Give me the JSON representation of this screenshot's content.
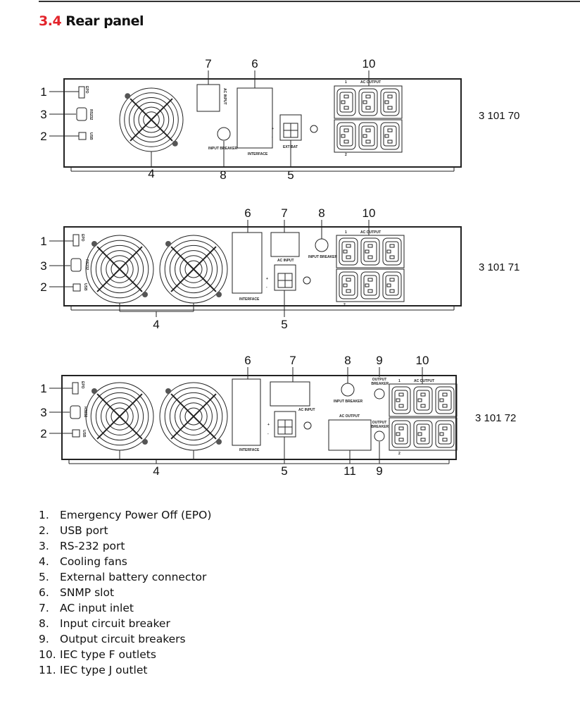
{
  "section": {
    "number": "3.4",
    "title": "Rear panel"
  },
  "panel_labels": {
    "epo": "EPO",
    "rs232": "RS232",
    "usb": "USB",
    "ac_input": "AC INPUT",
    "interface": "INTERFACE",
    "input_breaker": "INPUT BREAKER",
    "ext_bat": "EXT BAT",
    "ac_output": "AC OUTPUT",
    "output_breaker": "OUTPUT BREAKER",
    "bank1": "1",
    "bank2": "2",
    "plus": "+",
    "minus": "-"
  },
  "diagrams": [
    {
      "model": "3 101 70",
      "callouts": [
        "1",
        "3",
        "2",
        "7",
        "6",
        "10",
        "4",
        "8",
        "5"
      ]
    },
    {
      "model": "3 101 71",
      "callouts": [
        "1",
        "3",
        "2",
        "6",
        "7",
        "8",
        "10",
        "4",
        "5"
      ]
    },
    {
      "model": "3 101 72",
      "callouts": [
        "1",
        "3",
        "2",
        "6",
        "7",
        "8",
        "9",
        "10",
        "4",
        "5",
        "11",
        "9"
      ]
    }
  ],
  "legend": [
    {
      "n": "1.",
      "text": "Emergency Power Off (EPO)"
    },
    {
      "n": "2.",
      "text": "USB port"
    },
    {
      "n": "3.",
      "text": "RS-232 port"
    },
    {
      "n": "4.",
      "text": "Cooling fans"
    },
    {
      "n": "5.",
      "text": "External battery connector"
    },
    {
      "n": "6.",
      "text": "SNMP slot"
    },
    {
      "n": "7.",
      "text": "AC input inlet"
    },
    {
      "n": "8.",
      "text": "Input circuit breaker"
    },
    {
      "n": "9.",
      "text": "Output circuit breakers"
    },
    {
      "n": "10.",
      "text": "IEC type F outlets"
    },
    {
      "n": "11.",
      "text": "IEC type J outlet"
    }
  ],
  "colors": {
    "accent": "#e3242b",
    "ink": "#111111"
  }
}
